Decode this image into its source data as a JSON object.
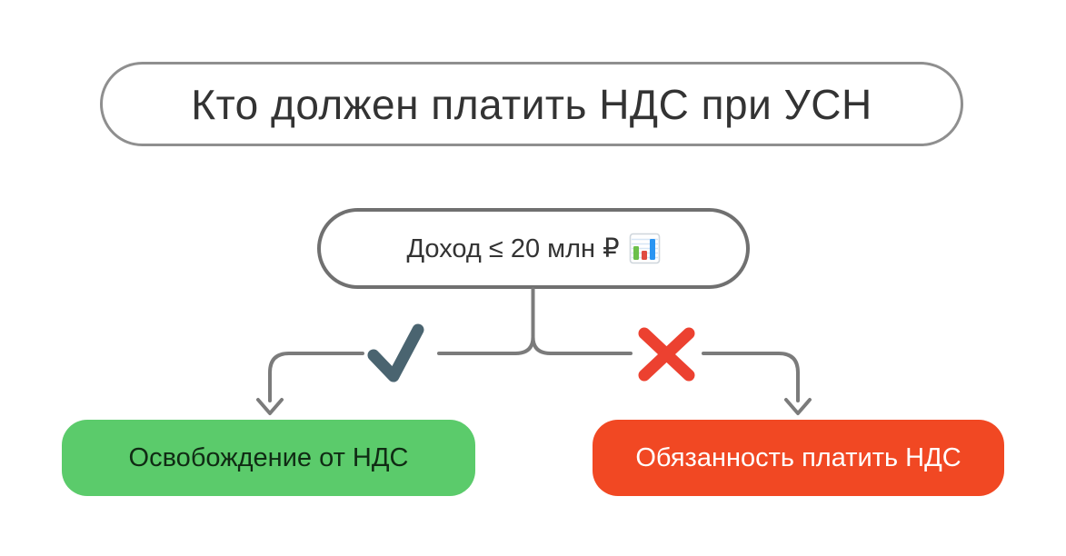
{
  "diagram": {
    "title": "Кто должен платить НДС при УСН",
    "condition": {
      "label": "Доход ≤ 20 млн ₽",
      "icon": "bar-chart"
    },
    "branch_yes": {
      "icon": "check-mark",
      "result": "Освобождение от НДС"
    },
    "branch_no": {
      "icon": "cross-mark",
      "result": "Обязанность платить НДС"
    }
  },
  "colors": {
    "background": "#FFFFFF",
    "connector": "#7B7B7B",
    "title_border": "#8F8F8F",
    "condition_border": "#707070",
    "text_dark": "#333333",
    "exempt_bg": "#5BCB6B",
    "exempt_text": "#102B14",
    "obliged_bg": "#F14823",
    "obliged_text": "#FFFFFF",
    "check_color": "#4A6470",
    "cross_color": "#EC4130",
    "emoji_bar_green": "#6CC04A",
    "emoji_bar_red": "#E04B41",
    "emoji_bar_blue": "#2A95F2"
  }
}
